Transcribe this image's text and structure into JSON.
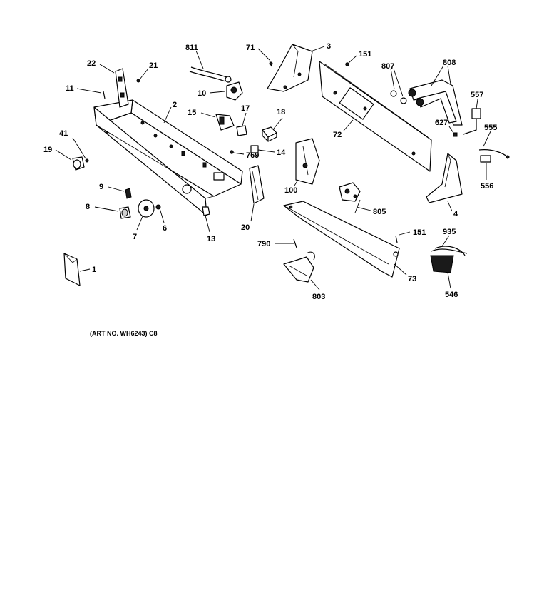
{
  "caption": "(ART NO. WH6243) C8",
  "labels": {
    "p1": "1",
    "p2": "2",
    "p3": "3",
    "p4": "4",
    "p6": "6",
    "p7": "7",
    "p8": "8",
    "p9": "9",
    "p10": "10",
    "p11": "11",
    "p13": "13",
    "p14": "14",
    "p15": "15",
    "p17": "17",
    "p18": "18",
    "p19": "19",
    "p20": "20",
    "p21": "21",
    "p22": "22",
    "p41": "41",
    "p71": "71",
    "p72": "72",
    "p73": "73",
    "p100": "100",
    "p151a": "151",
    "p151b": "151",
    "p546": "546",
    "p555": "555",
    "p556": "556",
    "p557": "557",
    "p627": "627",
    "p769": "769",
    "p790": "790",
    "p803": "803",
    "p805": "805",
    "p807": "807",
    "p808": "808",
    "p811": "811",
    "p935": "935"
  }
}
